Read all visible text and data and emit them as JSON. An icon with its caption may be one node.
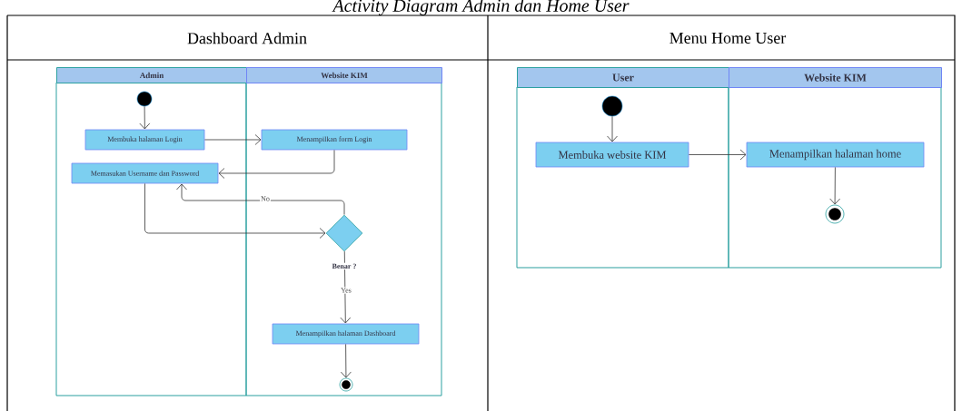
{
  "diagram": {
    "title": "Activity Diagram Admin dan Home User",
    "nodes": [
      {
        "text": [
          "Admin"
        ]
      },
      {
        "text": [
          "Website KIM"
        ]
      },
      {
        "text": [],
        "shape": "circle",
        "in": 0
      },
      {
        "text": [
          "Membuka halaman Login"
        ],
        "in": 0
      },
      {
        "text": [
          "Menampilkan form Login"
        ],
        "in": 1
      },
      {
        "text": [
          "Memasukan Username dan Password"
        ],
        "in": 0
      },
      {
        "text": [],
        "shape": "diamond",
        "beside": [
          "Benar ?"
        ],
        "in": 1
      },
      {
        "text": [
          "Menampilkan halaman Dashboard"
        ],
        "in": 1
      },
      {
        "text": [],
        "shape": "circle",
        "in": 1
      },
      {
        "text": [
          "User"
        ]
      },
      {
        "text": [
          "Website KIM"
        ]
      },
      {
        "text": [],
        "shape": "circle",
        "in": 9
      },
      {
        "text": [
          "Membuka website KIM"
        ],
        "in": 9
      },
      {
        "text": [
          "Menampilkan halaman home"
        ],
        "in": 10
      },
      {
        "text": [],
        "shape": "circle",
        "in": 10
      }
    ],
    "edges": [
      {
        "from": 2,
        "to": 3,
        "arrow": "to"
      },
      {
        "from": 3,
        "to": 4,
        "arrow": "to"
      },
      {
        "from": 4,
        "to": 5,
        "arrow": "to"
      },
      {
        "from": 6,
        "to": 5,
        "arrow": "to",
        "label": "No"
      },
      {
        "from": 5,
        "to": 6,
        "arrow": "to"
      },
      {
        "from": 6,
        "to": 7,
        "arrow": "to",
        "label": "Yes"
      },
      {
        "from": 7,
        "to": 8,
        "arrow": "to"
      },
      {
        "from": 11,
        "to": 12,
        "arrow": "to"
      },
      {
        "from": 12,
        "to": 13,
        "arrow": "to"
      },
      {
        "from": 13,
        "to": 14,
        "arrow": "to"
      }
    ],
    "labels": [
      "Dashboard Admin",
      "Menu Home User"
    ]
  }
}
